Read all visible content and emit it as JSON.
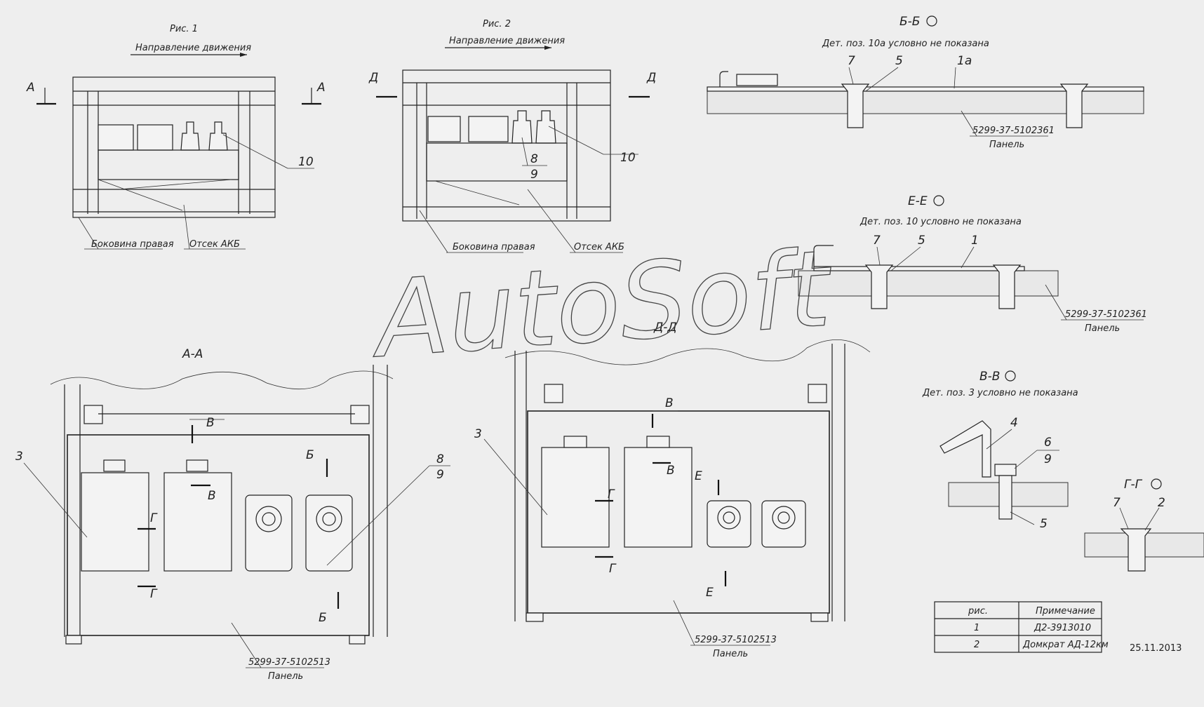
{
  "figures": {
    "fig1": {
      "title": "Рис. 1",
      "direction": "Направление движения",
      "section_mark": "А",
      "callout": "10",
      "left_label": "Боковина правая",
      "right_label": "Отсек АКБ"
    },
    "fig2": {
      "title": "Рис. 2",
      "direction": "Направление движения",
      "section_mark": "Д",
      "callouts": [
        "10",
        "8",
        "9"
      ],
      "left_label": "Боковина правая",
      "right_label": "Отсек АКБ"
    }
  },
  "sections": {
    "bb": {
      "title": "Б-Б",
      "note": "Дет. поз. 10а условно не показана",
      "callouts": [
        "7",
        "5",
        "1а"
      ],
      "part_number": "5299-37-5102361",
      "part_name": "Панель"
    },
    "ee": {
      "title": "Е-Е",
      "note": "Дет. поз. 10 условно не показана",
      "callouts": [
        "7",
        "5",
        "1"
      ],
      "part_number": "5299-37-5102361",
      "part_name": "Панель"
    },
    "vv": {
      "title": "В-В",
      "note": "Дет. поз. 3 условно не показана",
      "callouts": [
        "4",
        "6",
        "9",
        "5"
      ]
    },
    "gg": {
      "title": "Г-Г",
      "callouts": [
        "7",
        "2"
      ]
    },
    "aa": {
      "title": "А-А",
      "callouts": [
        "3",
        "8",
        "9"
      ],
      "marks": [
        "В",
        "В",
        "Б",
        "Б",
        "Г",
        "Г"
      ],
      "part_number": "5299-37-5102513",
      "part_name": "Панель"
    },
    "dd": {
      "title": "Д-Д",
      "callouts": [
        "3"
      ],
      "marks": [
        "В",
        "В",
        "Г",
        "Г",
        "Е",
        "Е"
      ],
      "part_number": "5299-37-5102513",
      "part_name": "Панель"
    }
  },
  "table": {
    "headers": [
      "рис.",
      "Примечание"
    ],
    "rows": [
      [
        "1",
        "Д2-3913010"
      ],
      [
        "2",
        "Домкрат АД-12км"
      ]
    ]
  },
  "date": "25.11.2013",
  "watermark": "AutoSoft"
}
